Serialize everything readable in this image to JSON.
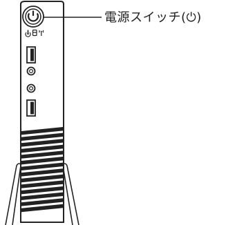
{
  "figure": {
    "callout": {
      "label": "電源スイッチ(⏻)"
    },
    "components": {
      "power_button": "power-button",
      "status_icons": [
        "power-led-icon",
        "storage-led-icon",
        "wireless-led-icon"
      ],
      "usb_ports": 2,
      "audio_jacks": 2,
      "vent_slats": 14
    },
    "colors": {
      "line": "#222222",
      "background": "#ffffff"
    }
  }
}
